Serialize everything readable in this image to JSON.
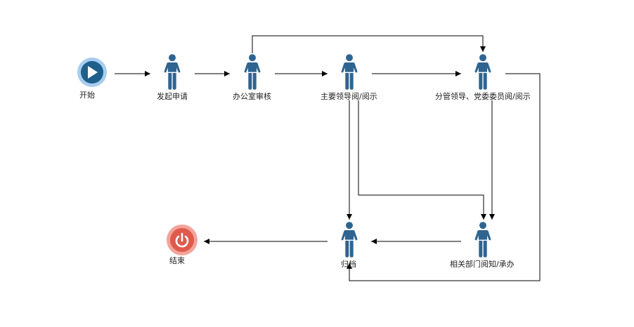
{
  "colors": {
    "person": "#2f6491",
    "start_fill": "#1f5f8b",
    "start_ring": "#a7cdef",
    "end_fill": "#e05a4c",
    "end_ring": "#f2a49b",
    "edge": "#000000"
  },
  "nodes": {
    "start": {
      "label": "开始",
      "icon": "play-icon"
    },
    "initiate": {
      "label": "发起申请",
      "icon": "person-icon"
    },
    "office_review": {
      "label": "办公室审核",
      "icon": "person-icon"
    },
    "main_leader": {
      "label": "主要领导阅/阅示",
      "icon": "person-icon"
    },
    "branch_leader": {
      "label": "分管领导、党委委员阅/阅示",
      "icon": "person-icon"
    },
    "archive": {
      "label": "归档",
      "icon": "person-icon"
    },
    "dept": {
      "label": "相关部门阅知/承办",
      "icon": "person-icon"
    },
    "end": {
      "label": "结束",
      "icon": "power-icon"
    }
  }
}
